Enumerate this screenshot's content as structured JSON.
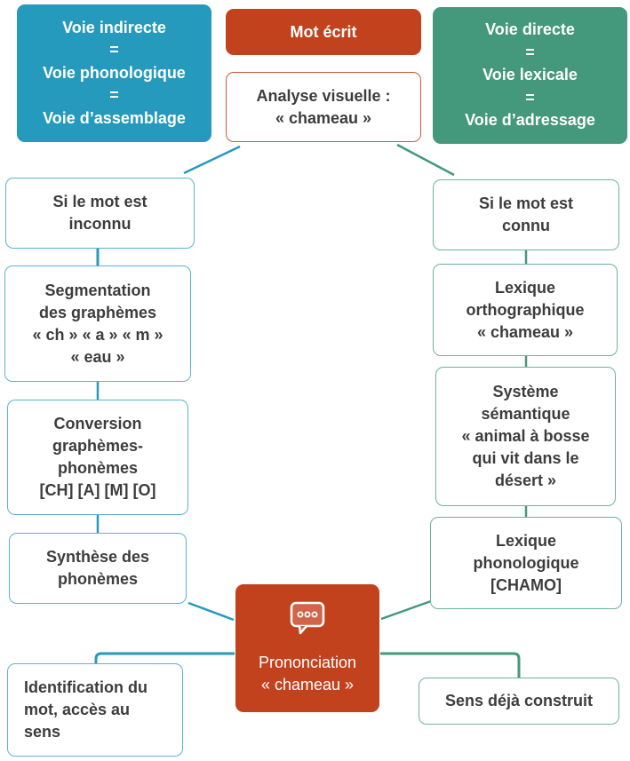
{
  "colors": {
    "indirect": "#269abd",
    "direct": "#44987b",
    "accent": "#c2421e"
  },
  "header_indirect": [
    "Voie indirecte",
    "=",
    "Voie phonologique",
    "=",
    "Voie d’assemblage"
  ],
  "header_written": "Mot écrit",
  "header_direct": [
    "Voie directe",
    "=",
    "Voie lexicale",
    "=",
    "Voie d’adressage"
  ],
  "visual_analysis": [
    "Analyse visuelle :",
    "« chameau »"
  ],
  "left": {
    "unknown": [
      "Si le mot est",
      "inconnu"
    ],
    "segmentation": [
      "Segmentation",
      "des graphèmes",
      "« ch » « a » « m »",
      "« eau »"
    ],
    "conversion": [
      "Conversion",
      "graphèmes-",
      "phonèmes",
      "[CH] [A] [M] [O]"
    ],
    "synthesis": [
      "Synthèse des",
      "phonèmes"
    ],
    "identification": [
      "Identification du",
      "mot, accès au",
      "sens"
    ]
  },
  "right": {
    "known": [
      "Si le mot est",
      "connu"
    ],
    "ortho_lexicon": [
      "Lexique",
      "orthographique",
      "« chameau »"
    ],
    "semantic": [
      "Système",
      "sémantique",
      "« animal à bosse",
      "qui vit dans le",
      "désert »"
    ],
    "phono_lexicon": [
      "Lexique",
      "phonologique",
      "[CHAMO]"
    ],
    "meaning": [
      "Sens déjà construit"
    ]
  },
  "pronunciation": {
    "icon": "speech-bubble-icon",
    "lines": [
      "Prononciation",
      "« chameau »"
    ]
  }
}
